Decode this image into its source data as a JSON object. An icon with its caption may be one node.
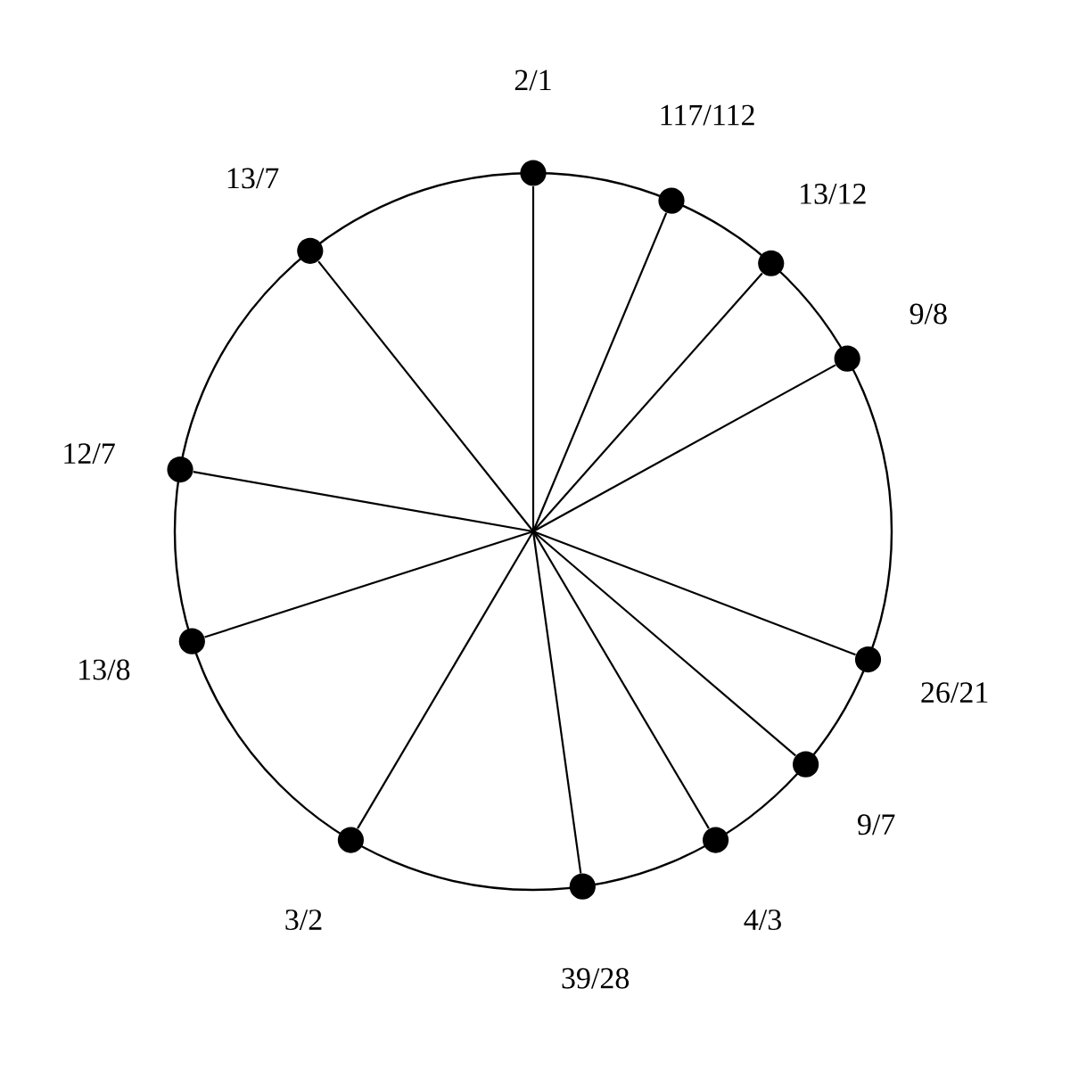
{
  "diagram": {
    "nodes": [
      {
        "text": [],
        "shape": "circle",
        "beside": [
          "2/1"
        ]
      },
      {
        "text": [],
        "shape": "circle",
        "beside": [
          "117/112"
        ]
      },
      {
        "text": [],
        "shape": "circle",
        "beside": [
          "13/12"
        ]
      },
      {
        "text": [],
        "shape": "circle",
        "beside": [
          "9/8"
        ]
      },
      {
        "text": [],
        "shape": "circle",
        "beside": [
          "26/21"
        ]
      },
      {
        "text": [],
        "shape": "circle",
        "beside": [
          "9/7"
        ]
      },
      {
        "text": [],
        "shape": "circle",
        "beside": [
          "4/3"
        ]
      },
      {
        "text": [],
        "shape": "circle",
        "beside": [
          "39/28"
        ]
      },
      {
        "text": [],
        "shape": "circle",
        "beside": [
          "3/2"
        ]
      },
      {
        "text": [],
        "shape": "circle",
        "beside": [
          "13/8"
        ]
      },
      {
        "text": [],
        "shape": "circle",
        "beside": [
          "12/7"
        ]
      },
      {
        "text": [],
        "shape": "circle",
        "beside": [
          "13/7"
        ]
      }
    ],
    "edges": [
      {
        "from": null,
        "to": 0,
        "arrow": "none"
      },
      {
        "from": null,
        "to": 1,
        "arrow": "none"
      },
      {
        "from": null,
        "to": 2,
        "arrow": "none"
      },
      {
        "from": null,
        "to": 3,
        "arrow": "none"
      },
      {
        "from": null,
        "to": 4,
        "arrow": "none"
      },
      {
        "from": null,
        "to": 5,
        "arrow": "none"
      },
      {
        "from": null,
        "to": 6,
        "arrow": "none"
      },
      {
        "from": null,
        "to": 7,
        "arrow": "none"
      },
      {
        "from": null,
        "to": 8,
        "arrow": "none"
      },
      {
        "from": null,
        "to": 9,
        "arrow": "none"
      },
      {
        "from": null,
        "to": 10,
        "arrow": "none"
      },
      {
        "from": null,
        "to": 11,
        "arrow": "none"
      }
    ]
  }
}
